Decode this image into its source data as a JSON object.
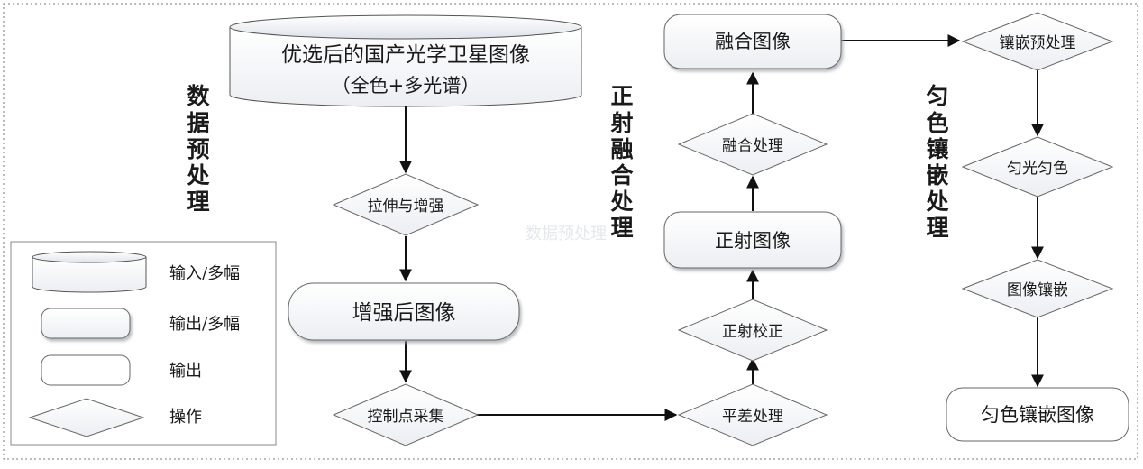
{
  "source_db": {
    "line1": "优选后的国产光学卫星图像",
    "line2": "（全色+多光谱）"
  },
  "stages": {
    "preprocess": [
      "数",
      "据",
      "预",
      "处",
      "理"
    ],
    "ortho_fusion": [
      "正",
      "射",
      "融",
      "合",
      "处",
      "理"
    ],
    "mosaic": [
      "匀",
      "色",
      "镶",
      "嵌",
      "处",
      "理"
    ]
  },
  "nodes": {
    "stretch_enhance": "拉伸与增强",
    "enhanced_image": "增强后图像",
    "control_points": "控制点采集",
    "adjustment": "平差处理",
    "ortho_correction": "正射校正",
    "ortho_image": "正射图像",
    "fusion_process": "融合处理",
    "fused_image": "融合图像",
    "mosaic_preprocess": "镶嵌预处理",
    "dodging": "匀光匀色",
    "image_mosaic": "图像镶嵌",
    "final_image": "匀色镶嵌图像"
  },
  "watermark": "数据预处理",
  "legend": {
    "input_multi": "输入/多幅",
    "output_multi": "输出/多幅",
    "output": "输出",
    "operation": "操作"
  }
}
